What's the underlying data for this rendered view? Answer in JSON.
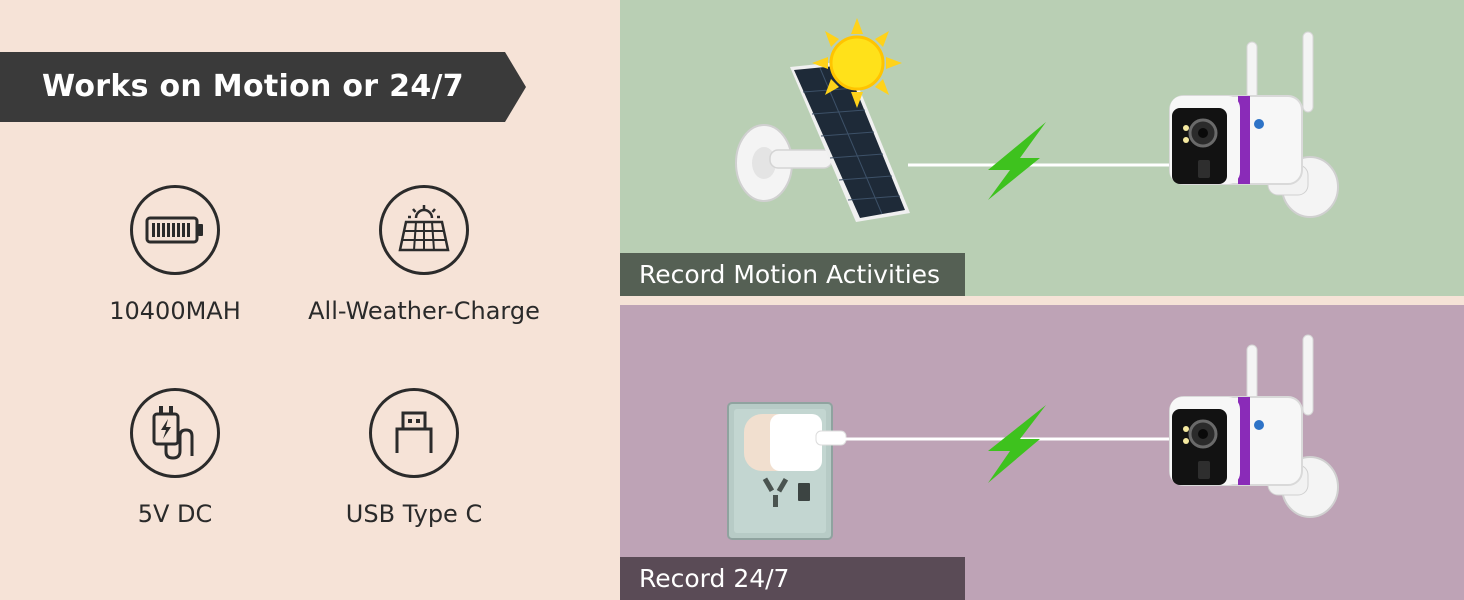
{
  "header": {
    "title": "Works on Motion or 24/7"
  },
  "features": [
    {
      "icon": "battery-icon",
      "label": "10400MAH"
    },
    {
      "icon": "solar-panel-icon",
      "label": "All-Weather-Charge"
    },
    {
      "icon": "power-adapter-icon",
      "label": "5V DC"
    },
    {
      "icon": "usb-icon",
      "label": "USB Type C"
    }
  ],
  "scenes": {
    "solar": {
      "caption": "Record Motion Activities"
    },
    "plug": {
      "caption": "Record 24/7"
    }
  },
  "colors": {
    "ribbon": "#3a3a3a",
    "left_background": "#f6e3d7",
    "solar_scene": "#b9cfb4",
    "plug_scene": "#bea3b6",
    "bolt": "#3ec21e",
    "camera_accent": "#8a2bb8"
  }
}
